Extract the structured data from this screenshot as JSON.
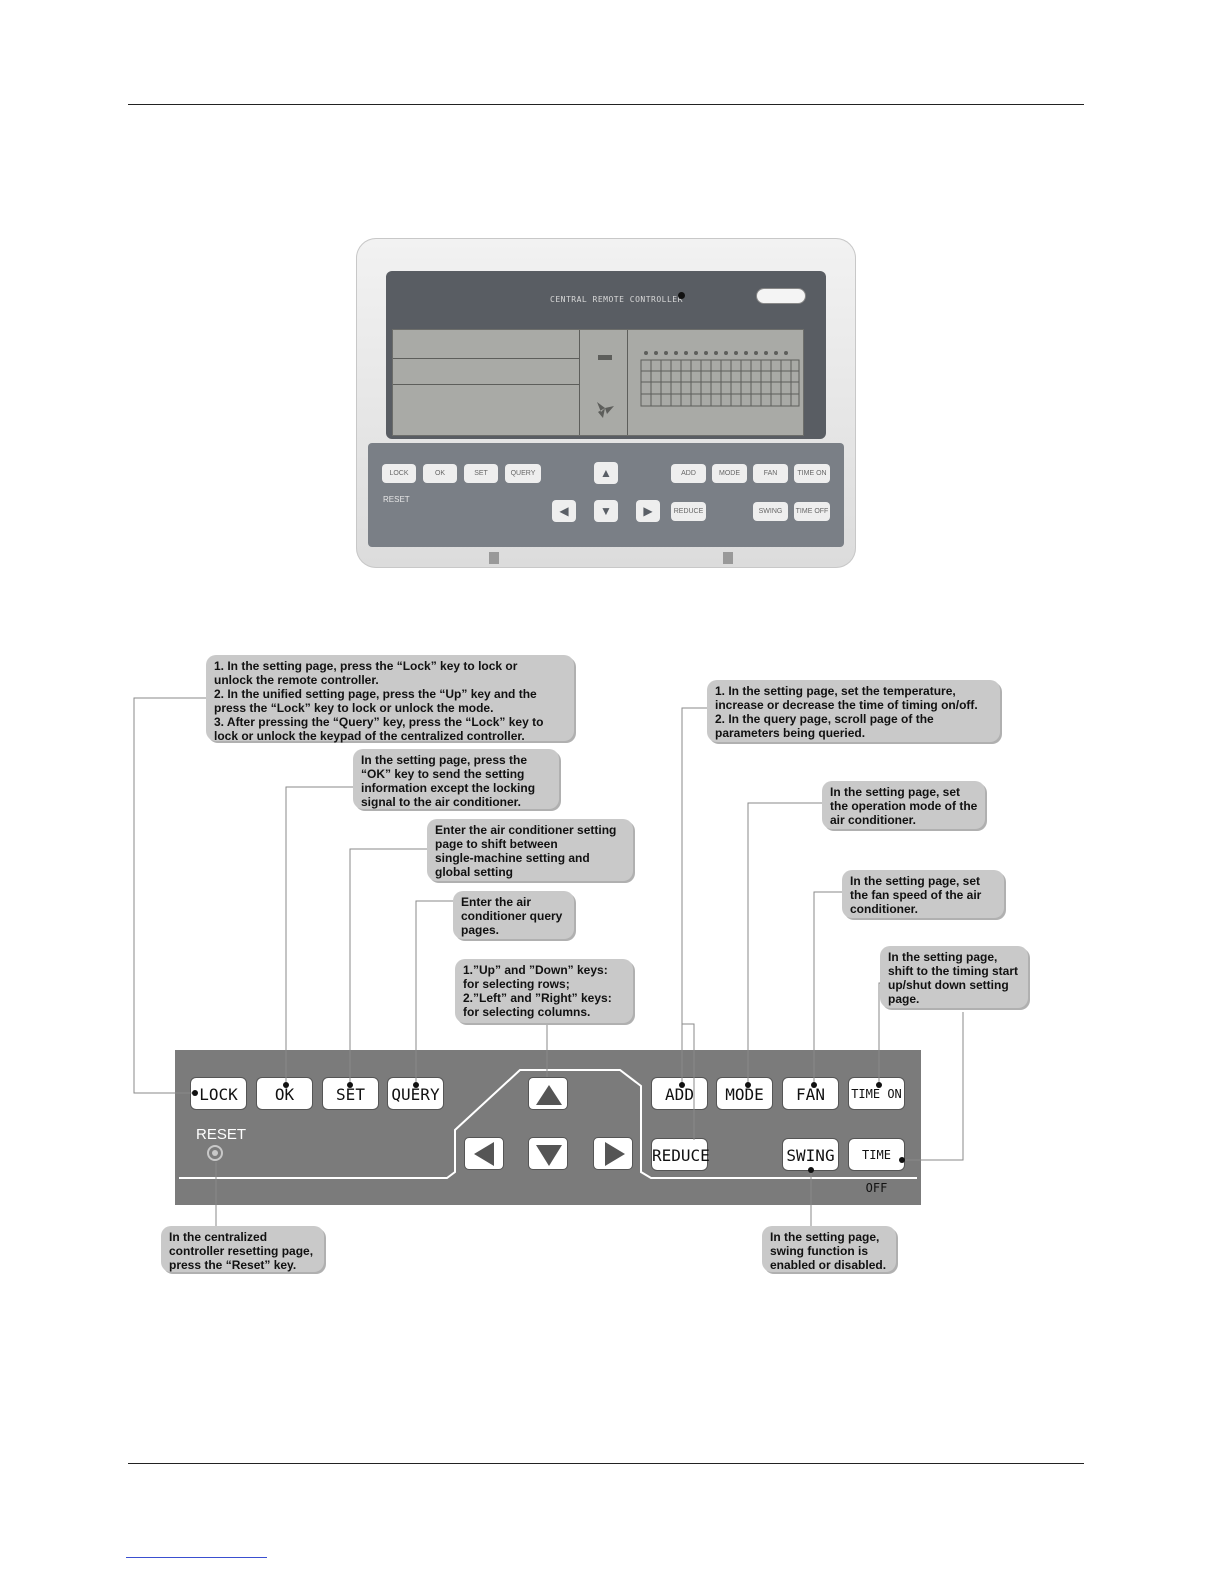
{
  "photo": {
    "screen_title": "CENTRAL REMOTE CONTROLLER",
    "reset_label": "RESET",
    "keys_left": [
      "LOCK",
      "OK",
      "SET",
      "QUERY"
    ],
    "keys_right_top": [
      "ADD",
      "MODE",
      "FAN",
      "TIME ON"
    ],
    "keys_right_bottom": [
      "REDUCE",
      "SWING",
      "TIME OFF"
    ]
  },
  "panel": {
    "reset_label": "RESET",
    "buttons": {
      "lock": "LOCK",
      "ok": "OK",
      "set": "SET",
      "query": "QUERY",
      "add": "ADD",
      "mode": "MODE",
      "fan": "FAN",
      "time_on": "TIME ON",
      "reduce": "REDUCE",
      "swing": "SWING",
      "time_off": "TIME OFF"
    }
  },
  "notes": {
    "lock": [
      "1. In the setting page, press the “Lock” key to lock or",
      "unlock the remote controller.",
      "2. In the unified setting page, press the “Up” key and the",
      "press the “Lock” key to lock or unlock the mode.",
      "3. After pressing the “Query” key, press the “Lock” key to",
      "lock or unlock the keypad of the centralized controller."
    ],
    "ok": [
      "In the setting page, press the",
      "“OK” key to send the setting",
      "information except the locking",
      "signal to the air conditioner."
    ],
    "set": [
      "Enter the air conditioner setting",
      "page to shift between",
      "single-machine setting and",
      "global setting"
    ],
    "query": [
      "Enter the air",
      "conditioner query",
      "pages."
    ],
    "arrows": [
      "1.”Up” and ”Down” keys:",
      "for selecting rows;",
      "2.”Left” and ”Right” keys:",
      "for selecting columns."
    ],
    "add_reduce": [
      "1. In the setting page, set the temperature,",
      "increase or decrease the time of timing on/off.",
      "2. In the query page, scroll page of the",
      "parameters being queried."
    ],
    "mode": [
      "In the setting page, set",
      "the operation mode of the",
      "air conditioner."
    ],
    "fan": [
      "In the setting page, set",
      "the fan speed of the air",
      "conditioner."
    ],
    "timing": [
      "In the setting page,",
      "shift to the timing start",
      "up/shut down setting",
      "page."
    ],
    "reset": [
      "In the centralized",
      "controller resetting page,",
      "press the “Reset” key."
    ],
    "swing": [
      "In the setting page,",
      "swing function is",
      "enabled or disabled."
    ]
  },
  "icons": {
    "up": "arrow-up-icon",
    "down": "arrow-down-icon",
    "left": "arrow-left-icon",
    "right": "arrow-right-icon"
  }
}
